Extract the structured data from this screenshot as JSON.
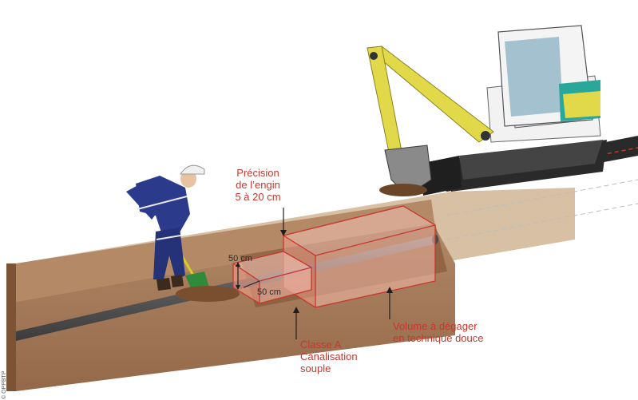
{
  "labels": {
    "precision": [
      "Précision",
      "de l’engin",
      "5 à 20 cm"
    ],
    "volume": [
      "Volume à dégager",
      "en technique douce"
    ],
    "classe": [
      "Classe A",
      "Canalisation",
      "souple"
    ],
    "dim_top": "50 cm",
    "dim_bottom": "50 cm"
  },
  "copyright": "© OPPBTP",
  "colors": {
    "annotation": "#c8372d",
    "box_fill": "#f2c1b5",
    "soil": "#8a5a3a",
    "soil_top": "#c9a889",
    "excavator": "#e2d94a",
    "worker_suit": "#2c3a8c"
  }
}
